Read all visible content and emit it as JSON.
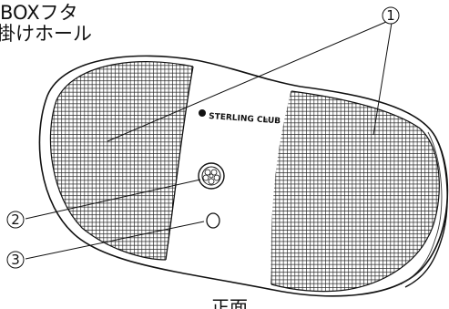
{
  "top_label": {
    "line1": "BOXフタ",
    "line2": "掛けホール"
  },
  "bottom_label": "正面",
  "brand": "STERLING CLUB",
  "brand_mark": "®",
  "callouts": [
    {
      "number": "1"
    },
    {
      "number": "2"
    },
    {
      "number": "3"
    }
  ]
}
